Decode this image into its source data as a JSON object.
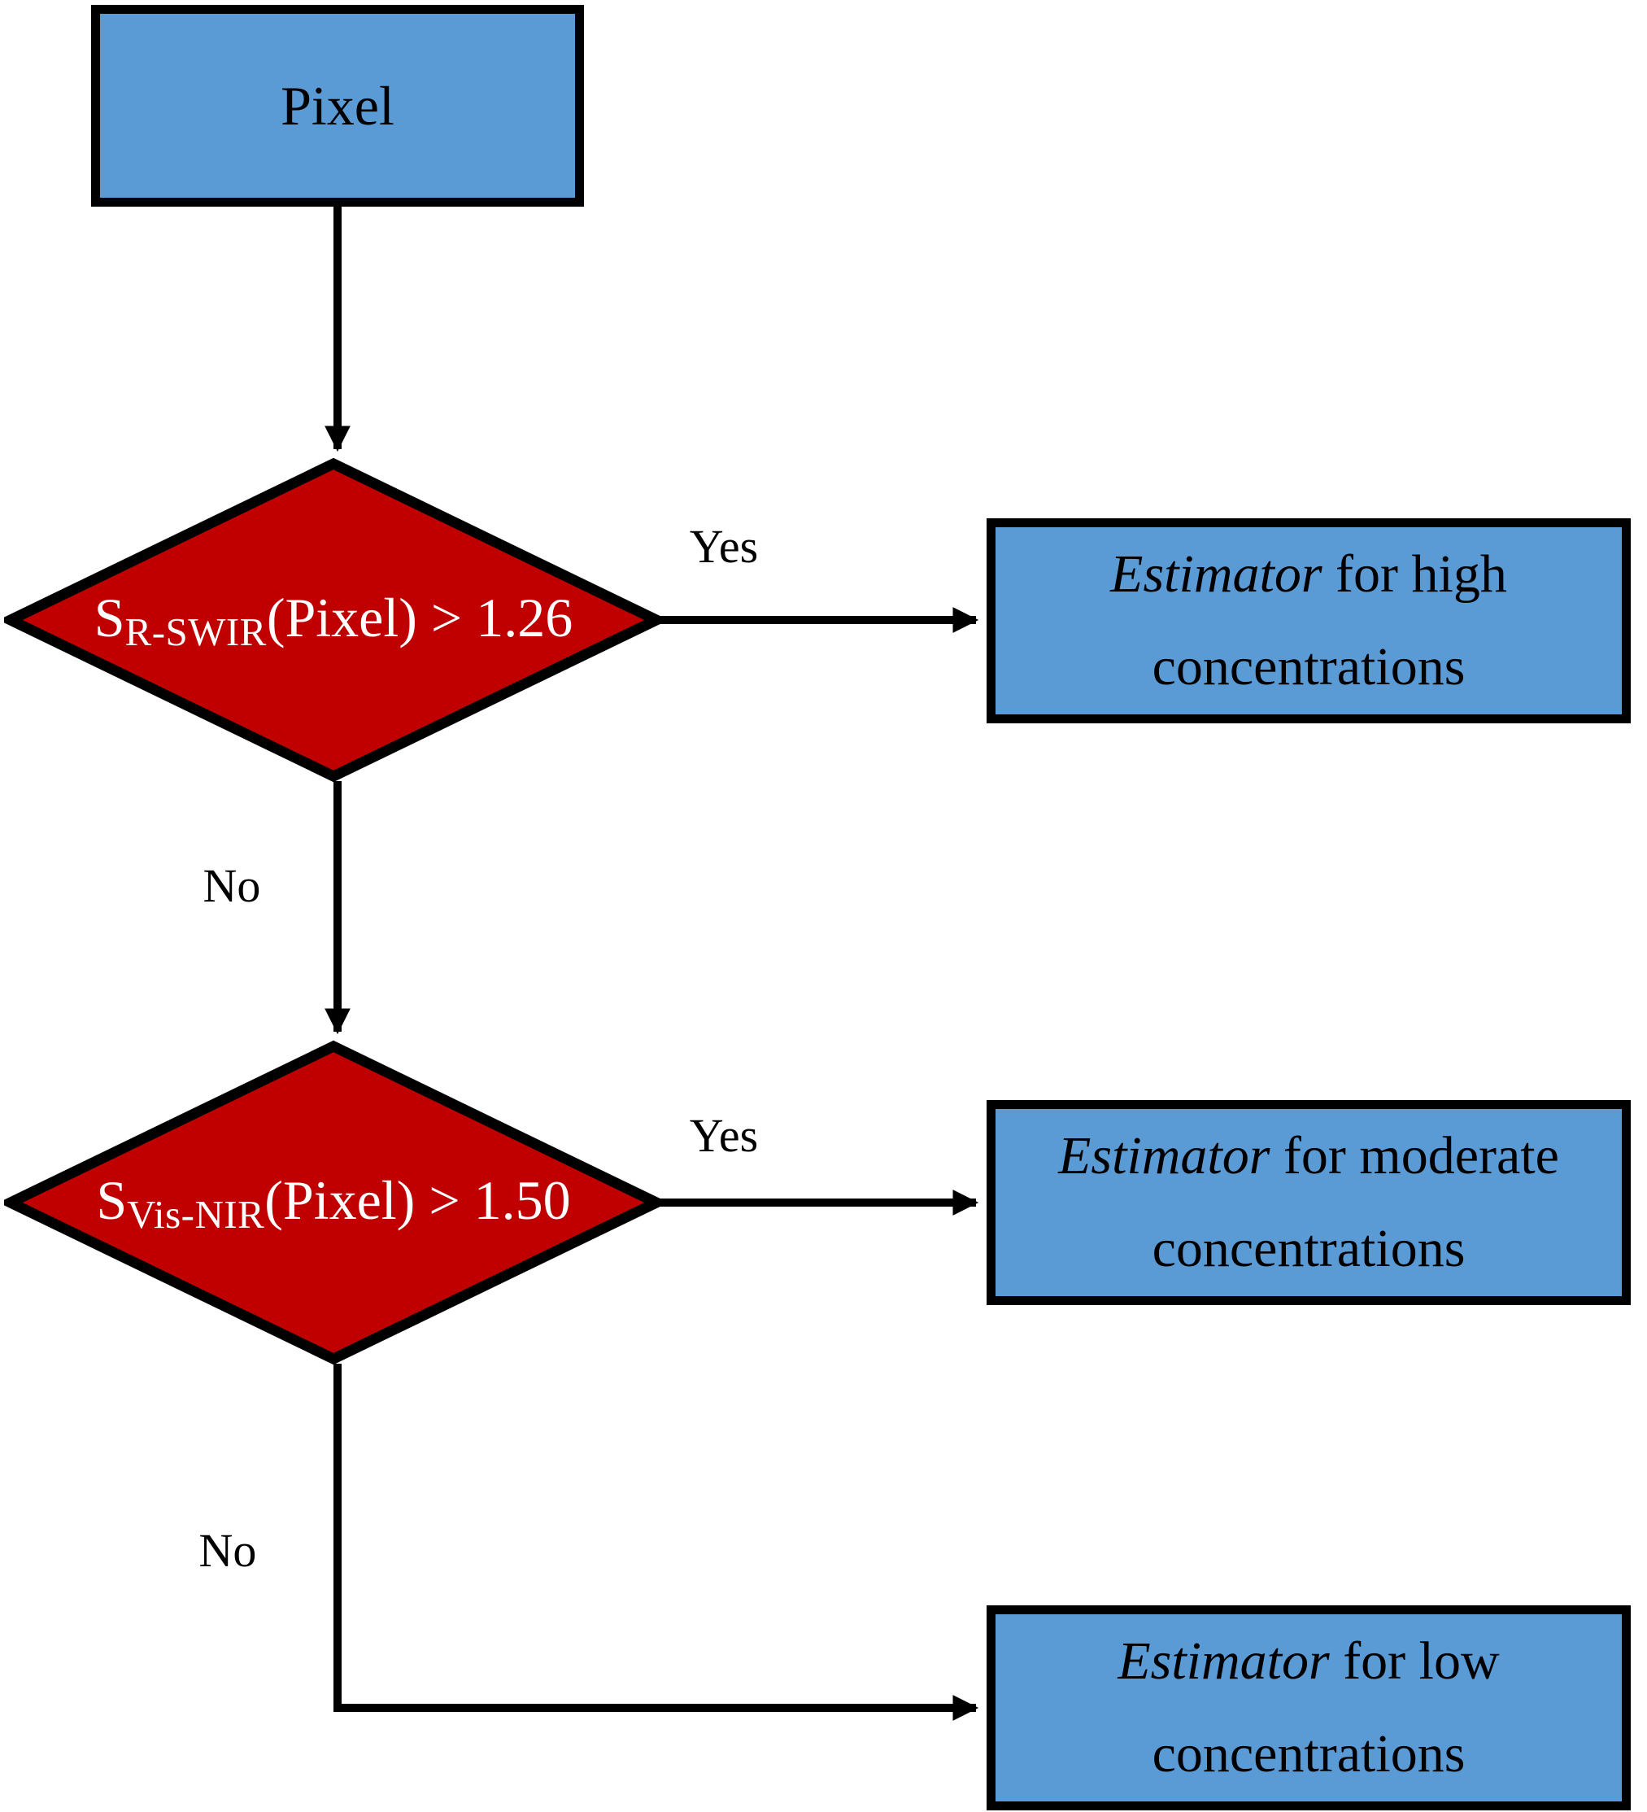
{
  "flowchart": {
    "start": {
      "label": "Pixel"
    },
    "decision1": {
      "base": "S",
      "subscript": "R-SWIR",
      "suffix": "(Pixel) > 1.26"
    },
    "decision2": {
      "base": "S",
      "subscript": "Vis-NIR",
      "suffix": "(Pixel) > 1.50"
    },
    "outcome_high": {
      "emphasis": "Estimator",
      "rest": " for high concentrations"
    },
    "outcome_moderate": {
      "emphasis": "Estimator",
      "rest": " for moderate concentrations"
    },
    "outcome_low": {
      "emphasis": "Estimator",
      "rest": " for low concentrations"
    },
    "edge_labels": {
      "decision1_yes": "Yes",
      "decision1_no": "No",
      "decision2_yes": "Yes",
      "decision2_no": "No"
    }
  },
  "colors": {
    "node_fill": "#5b9bd5",
    "decision_fill": "#c00000",
    "line_color": "#000000",
    "text_dark": "#000000",
    "text_light": "#ffffff",
    "bg": "#ffffff"
  }
}
